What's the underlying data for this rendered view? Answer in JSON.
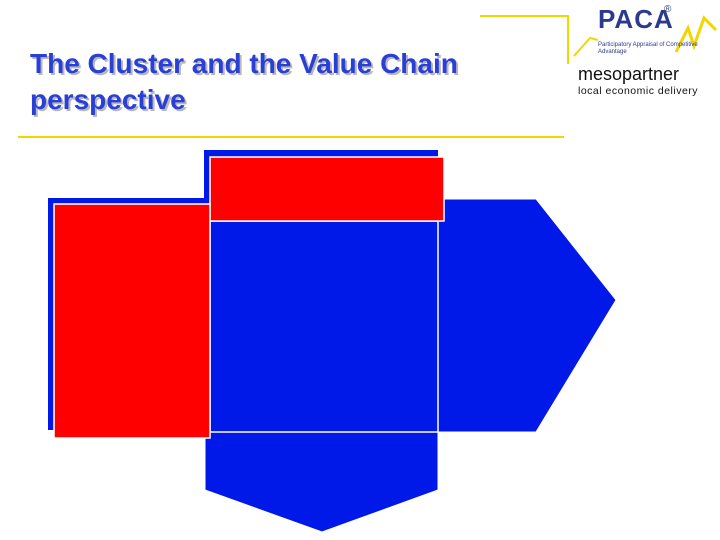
{
  "slide": {
    "title": "The Cluster and the Value Chain perspective"
  },
  "logos": {
    "paca": {
      "name": "PACA",
      "registered": "®",
      "subtitle": "Participatory Appraisal of Competitive Advantage"
    },
    "mesopartner": {
      "name": "mesopartner",
      "tagline": "local economic delivery"
    }
  },
  "colors": {
    "title_text": "#2a3fd6",
    "accent_yellow": "#f2d600",
    "diagram_blue": "#0018e8",
    "diagram_red": "#ff0000",
    "outline": "#ffffff"
  }
}
